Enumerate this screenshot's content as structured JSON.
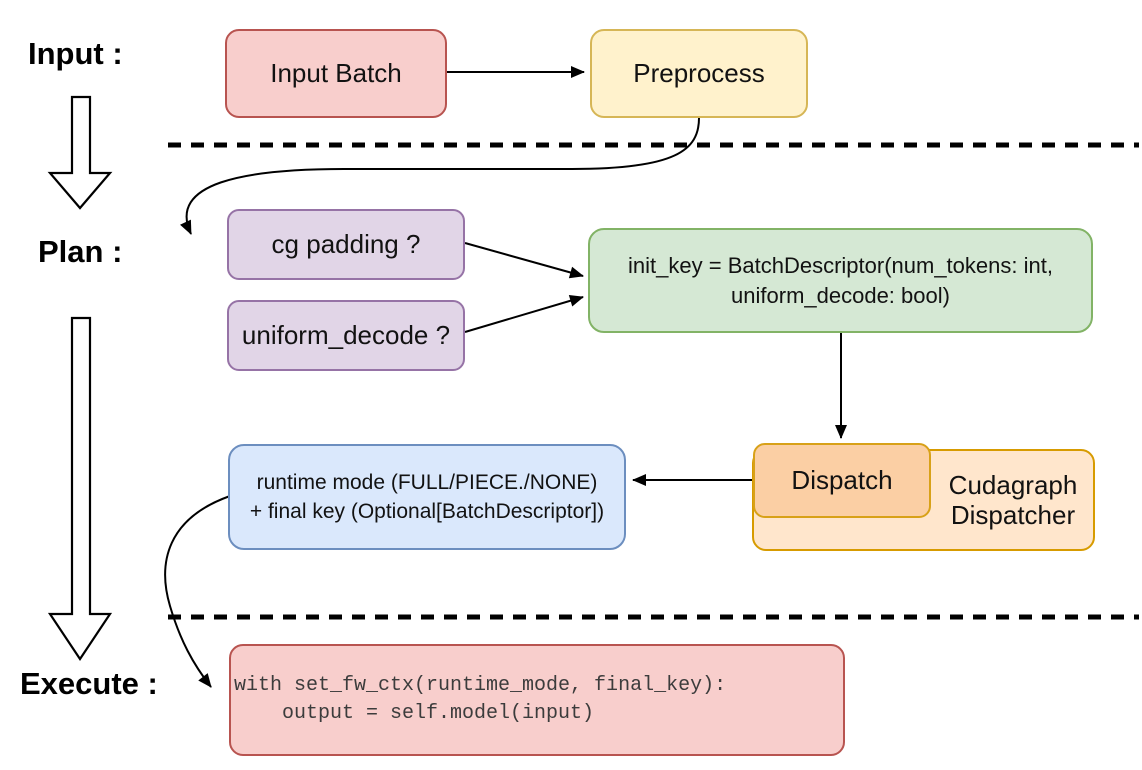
{
  "stage_labels": {
    "input": "Input :",
    "plan": "Plan :",
    "execute": "Execute :"
  },
  "nodes": {
    "input_batch": "Input Batch",
    "preprocess": "Preprocess",
    "cg_padding": "cg padding ?",
    "uniform_decode": "uniform_decode ?",
    "init_key_line1": "init_key = BatchDescriptor(num_tokens: int,",
    "init_key_line2": "uniform_decode: bool)",
    "dispatch": "Dispatch",
    "cudagraph_dispatcher_line1": "Cudagraph",
    "cudagraph_dispatcher_line2": "Dispatcher",
    "runtime_mode_line1": "runtime mode (FULL/PIECE./NONE)",
    "runtime_mode_line2": "+ final key (Optional[BatchDescriptor])",
    "execute_code_line1": "with set_fw_ctx(runtime_mode, final_key):",
    "execute_code_line2": "    output = self.model(input)"
  },
  "colors": {
    "red_fill": "#f8cecc",
    "red_stroke": "#b85450",
    "yellow_fill": "#fff2cc",
    "yellow_stroke": "#d6b656",
    "purple_fill": "#e1d5e7",
    "purple_stroke": "#9673a6",
    "green_fill": "#d5e8d4",
    "green_stroke": "#82b366",
    "blue_fill": "#dae8fc",
    "blue_stroke": "#6c8ebf",
    "orange_fill": "#ffe6cc",
    "orange_stroke": "#d79b00",
    "dispatch_fill": "#fbcfa4",
    "dispatch_stroke": "#d8a118",
    "connector": "#000000",
    "code_text": "#3c3c3c"
  }
}
